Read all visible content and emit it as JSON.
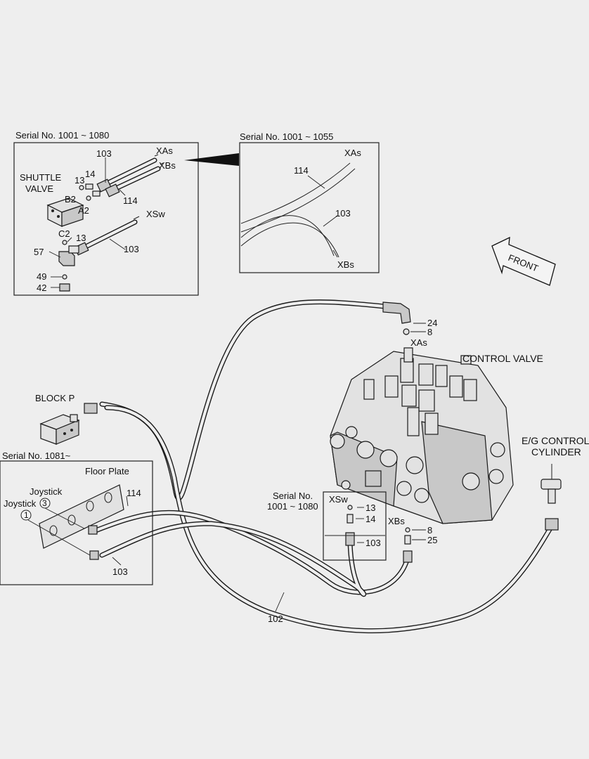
{
  "diagram": {
    "inset_top_left": {
      "serial": "Serial No. 1001 ~ 1080",
      "shuttle_valve": [
        "SHUTTLE",
        "VALVE"
      ],
      "labels": {
        "xas": "XAs",
        "xbs": "XBs",
        "xsw": "XSw",
        "p103a": "103",
        "p103b": "103",
        "p114": "114",
        "p13a": "13",
        "p14": "14",
        "p13b": "13",
        "b2": "B2",
        "a2": "A2",
        "c2": "C2",
        "p57": "57",
        "p49": "49",
        "p42": "42"
      }
    },
    "inset_top_right": {
      "serial": "Serial No. 1001 ~ 1055",
      "labels": {
        "xas": "XAs",
        "p114": "114",
        "p103": "103",
        "xbs": "XBs"
      }
    },
    "front_label": "FRONT",
    "control_valve": {
      "title": "CONTROL VALVE",
      "labels": {
        "p24": "24",
        "p8a": "8",
        "xas": "XAs"
      }
    },
    "block_p": "BLOCK P",
    "eg_control_cylinder": [
      "E/G CONTROL",
      "CYLINDER"
    ],
    "inset_bottom_left": {
      "serial": "Serial No. 1081~",
      "floor_plate": "Floor Plate",
      "joystick_a": "Joystick",
      "joystick_b": "Joystick",
      "circle_3": "3",
      "circle_1": "1",
      "p114": "114",
      "p103": "103"
    },
    "inset_center": {
      "serial": [
        "Serial No.",
        "1001 ~ 1080"
      ],
      "labels": {
        "xsw": "XSw",
        "p13": "13",
        "p14": "14",
        "p103": "103",
        "xbs": "XBs",
        "p8": "8",
        "p25": "25"
      }
    },
    "p102": "102"
  }
}
